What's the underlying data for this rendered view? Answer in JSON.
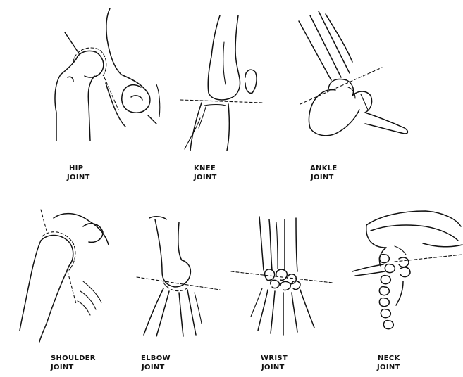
{
  "figure": {
    "joints": [
      {
        "id": "hip",
        "line1": "HIP",
        "line2": "JOINT"
      },
      {
        "id": "knee",
        "line1": "KNEE",
        "line2": "JOINT"
      },
      {
        "id": "ankle",
        "line1": "ANKLE",
        "line2": "JOINT"
      },
      {
        "id": "shoulder",
        "line1": "SHOULDER",
        "line2": "JOINT"
      },
      {
        "id": "elbow",
        "line1": "ELBOW",
        "line2": "JOINT"
      },
      {
        "id": "wrist",
        "line1": "WRIST",
        "line2": "JOINT"
      },
      {
        "id": "neck",
        "line1": "NECK",
        "line2": "JOINT"
      }
    ]
  }
}
